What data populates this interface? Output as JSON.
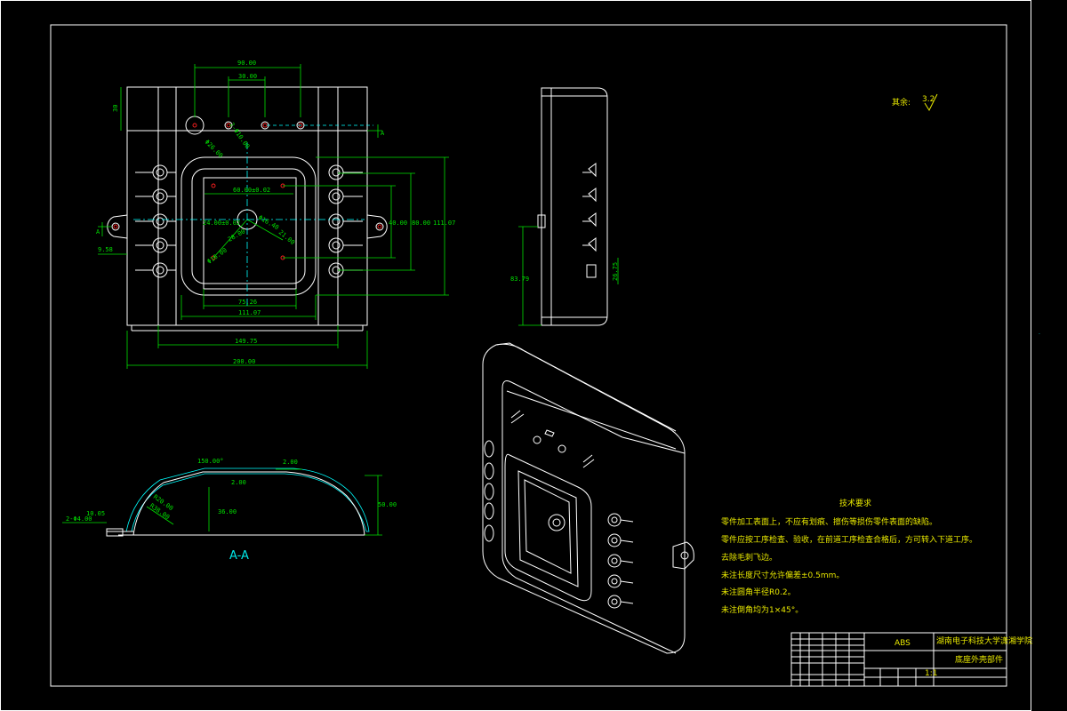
{
  "drawing": {
    "top_view": {
      "dim_90": "90.00",
      "dim_30": "30.00",
      "dim_side_top": "30",
      "dim_phi26": "Φ26.00",
      "dim_holes": "2-Φ10.00",
      "dim_60": "60.00±0.02",
      "dim_r_left": "24.00±0.02",
      "dim_phi": "Φ16.40",
      "dim_r1": "28.00",
      "dim_r2": "Φ16.00",
      "dim_r3": "21.00",
      "dim_40": "40.00",
      "dim_80": "80.00",
      "dim_111_v": "111.07",
      "dim_9_58": "9.58",
      "dim_75": "75.26",
      "dim_111_h": "111.07",
      "dim_149": "149.75",
      "dim_200": "200.00",
      "section_mark": "A"
    },
    "side_view": {
      "dim_83": "83.79",
      "dim_small": "26.75"
    },
    "section": {
      "label": "A-A",
      "dim_150deg": "150.00°",
      "dim_2": "2.00",
      "dim_2b": "2.00",
      "dim_36": "36.00",
      "dim_50": "50.00",
      "dim_r": "R20.00",
      "dim_r2": "R38.00",
      "dim_hole": "2-Φ4.00",
      "dim_10": "10.05"
    },
    "roughness": {
      "label": "其余:",
      "value": "3.2"
    },
    "tech": {
      "title": "技术要求",
      "items": [
        "零件加工表面上，不应有划痕、擦伤等损伤零件表面的缺陷。",
        "零件应按工序检查、验收，在前道工序检查合格后，方可转入下道工序。",
        "去除毛刺飞边。",
        "未注长度尺寸允许偏差±0.5mm。",
        "未注圆角半径R0.2。",
        "未注倒角均为1×45°。"
      ]
    },
    "title_block": {
      "material": "ABS",
      "school": "湖南电子科技大学潇湘学院",
      "part_name": "底座外壳部件",
      "scale": "1:1"
    }
  }
}
